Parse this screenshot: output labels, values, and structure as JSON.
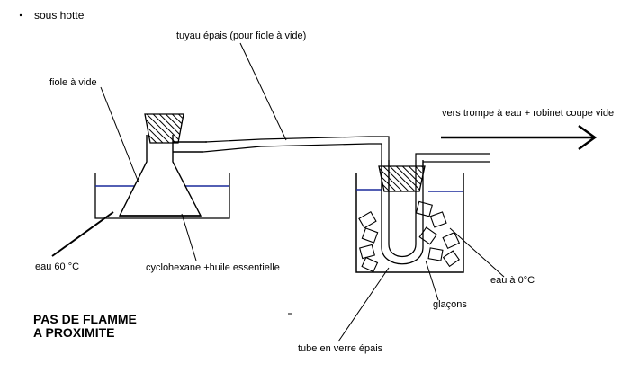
{
  "header_note": "sous hotte",
  "labels": {
    "hose": "tuyau épais (pour fiole à vide)",
    "flask": "fiole à vide",
    "pump": "vers trompe à eau + robinet coupe vide",
    "warm_water": "eau  60 °C",
    "mixture": "cyclohexane +huile essentielle",
    "cold_water": "eau à 0°C",
    "ice": "glaçons",
    "glass_tube": "tube en verre épais"
  },
  "warning": {
    "line1": "PAS DE FLAMME",
    "line2": "A PROXIMITE"
  },
  "colors": {
    "ink": "#000000",
    "water": "#1a2a9c",
    "background": "#ffffff"
  }
}
